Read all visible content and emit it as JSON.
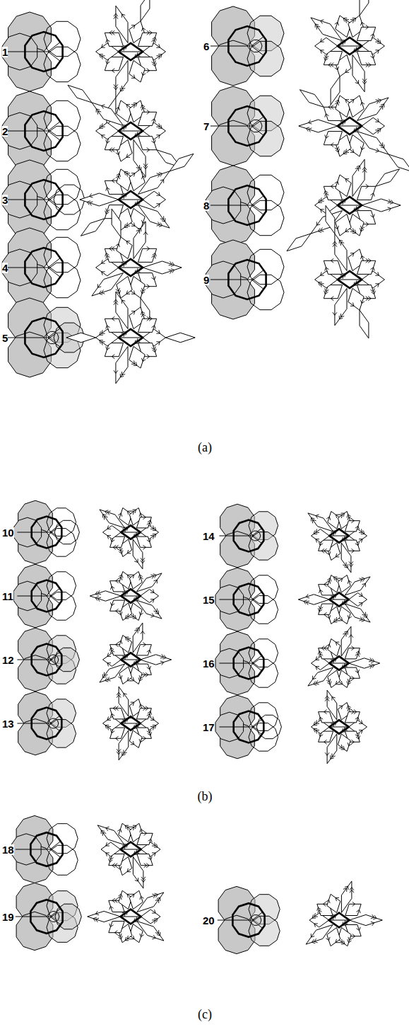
{
  "diagram": {
    "labels": [
      "1",
      "2",
      "3",
      "4",
      "5",
      "6",
      "7",
      "8",
      "9",
      "10",
      "11",
      "12",
      "13",
      "14",
      "15",
      "16",
      "17",
      "18",
      "19",
      "20",
      "(a)",
      "(b)",
      "(c)"
    ]
  }
}
